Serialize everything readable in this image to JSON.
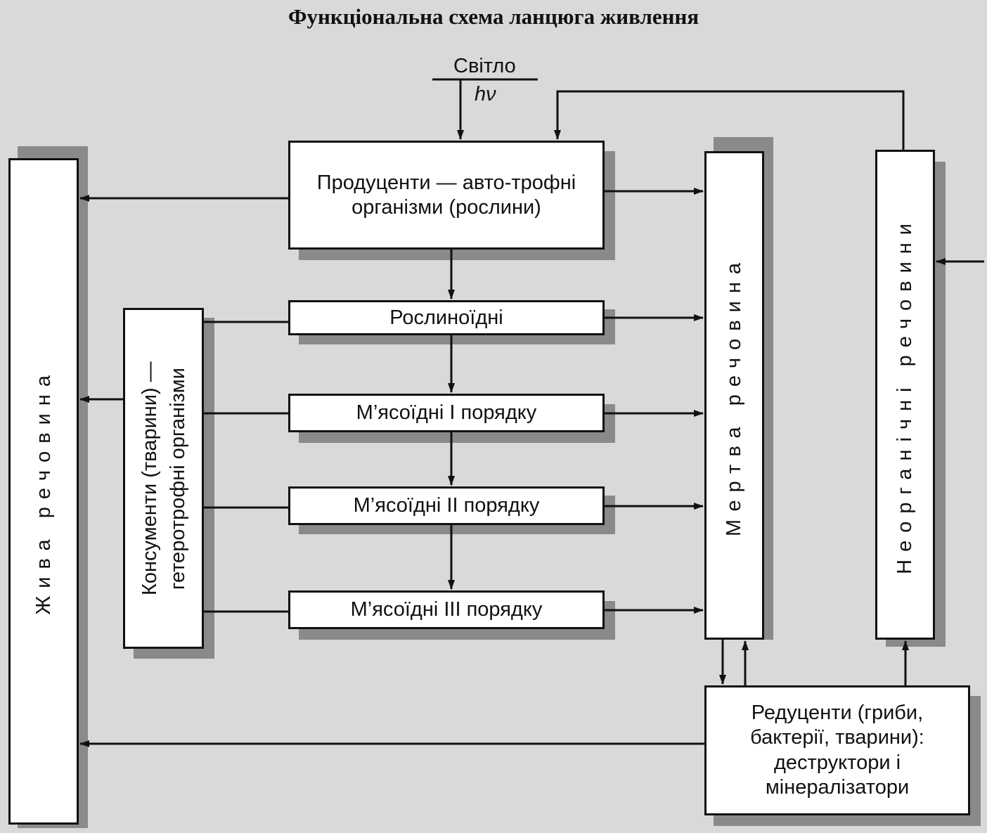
{
  "title": "Функціональна схема ланцюга живлення",
  "light": {
    "label": "Світло",
    "symbol": "hν"
  },
  "boxes": {
    "producers": "Продуценти — авто-трофні організми (рослини)",
    "herbivores": "Рослиноїдні",
    "carnivores1": "М’ясоїдні I порядку",
    "carnivores2": "М’ясоїдні II порядку",
    "carnivores3": "М’ясоїдні III порядку",
    "consumers": "Консументи (тварини) — гетеротрофні організми",
    "living_matter": "Жива речовина",
    "dead_matter": "Мертва речовина",
    "inorganic_matter": "Неорганічні речовини",
    "reducers": "Редуценти (гриби, бактерії, тварини): деструктори і мінералізатори"
  }
}
